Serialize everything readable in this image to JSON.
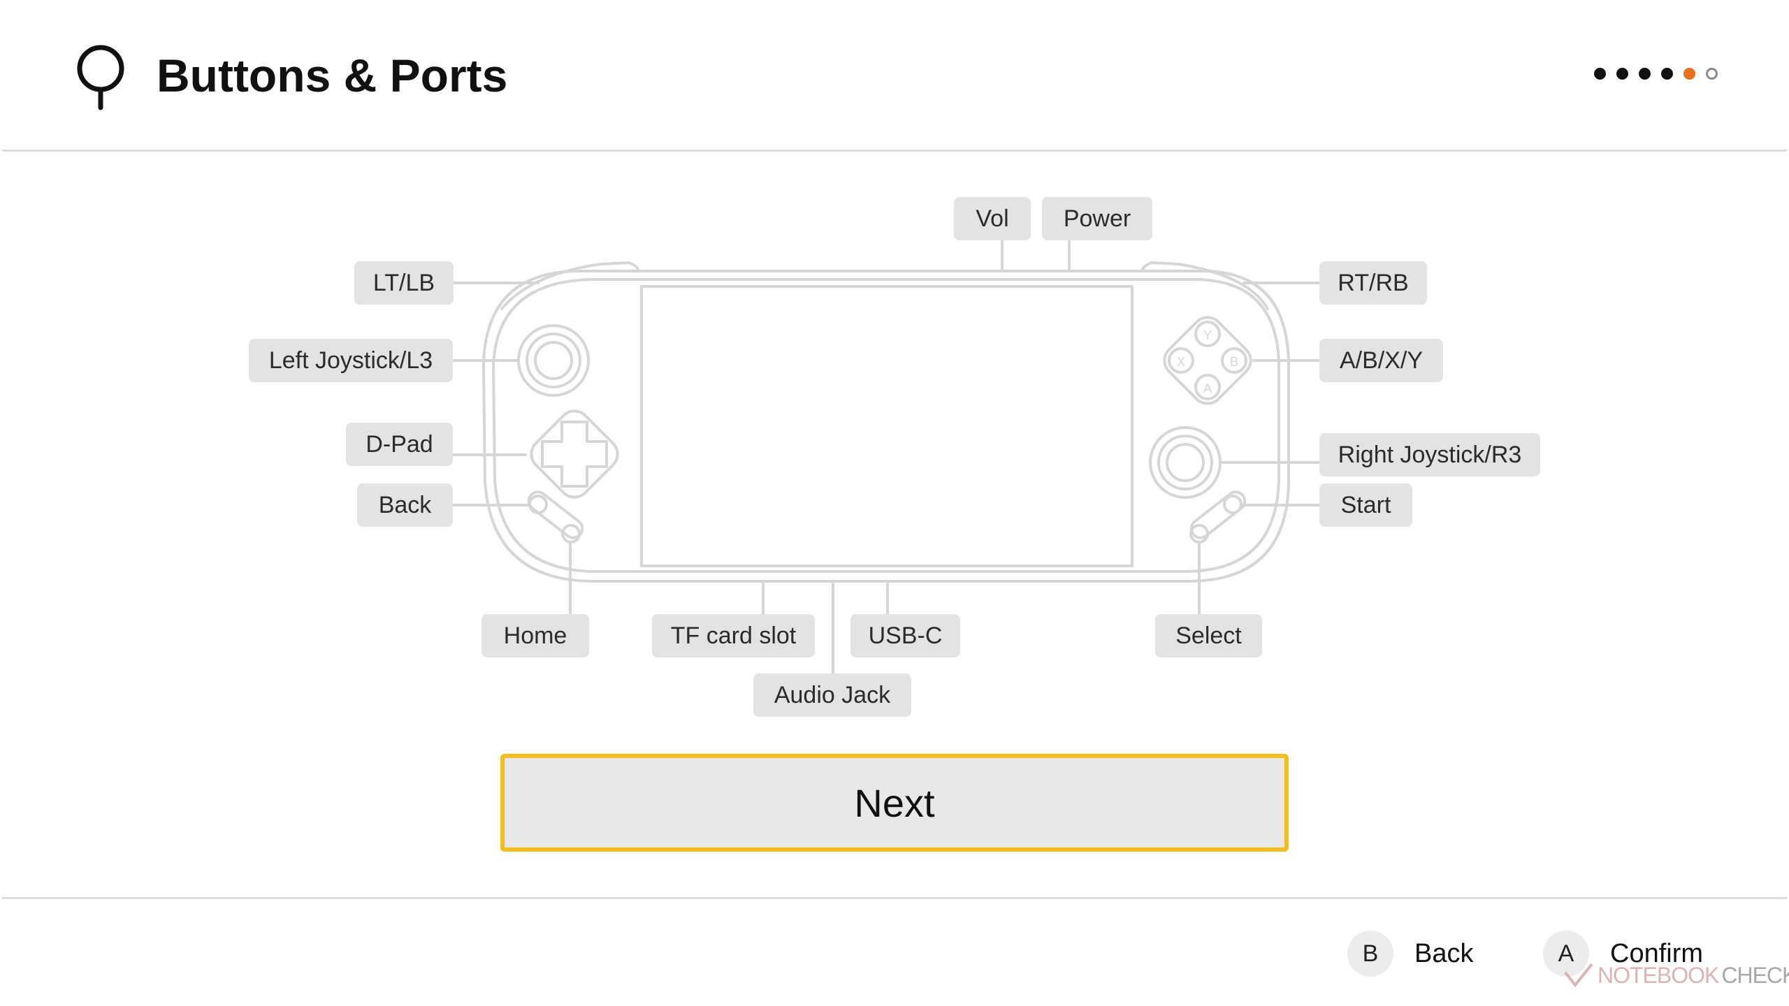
{
  "header": {
    "title": "Buttons & Ports",
    "icon": "location-pin-icon",
    "progress": {
      "total_steps": 6,
      "current_step": 5
    }
  },
  "diagram": {
    "labels": {
      "vol": "Vol",
      "power": "Power",
      "lt_lb": "LT/LB",
      "rt_rb": "RT/RB",
      "left_joystick": "Left Joystick/L3",
      "abxy": "A/B/X/Y",
      "dpad": "D-Pad",
      "right_joystick": "Right Joystick/R3",
      "back": "Back",
      "start": "Start",
      "home": "Home",
      "tf_card": "TF card slot",
      "usb_c": "USB-C",
      "select": "Select",
      "audio_jack": "Audio Jack"
    },
    "face_buttons": {
      "top": "Y",
      "left": "X",
      "right": "B",
      "bottom": "A"
    }
  },
  "next_button": {
    "label": "Next"
  },
  "footer": {
    "hints": [
      {
        "key": "B",
        "label": "Back"
      },
      {
        "key": "A",
        "label": "Confirm"
      }
    ]
  },
  "watermark": {
    "text_a": "NOTEBOOK",
    "text_b": "CHECK"
  },
  "colors": {
    "accent_orange": "#e8701a",
    "focus_yellow": "#f2be1d",
    "tag_background": "#e3e3e4",
    "diagram_line": "#d6d6d6"
  }
}
